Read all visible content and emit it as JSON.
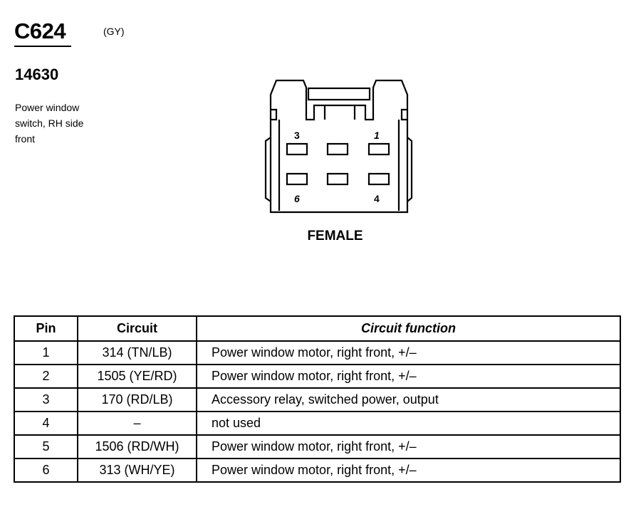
{
  "connector": {
    "id": "C624",
    "color_code": "(GY)",
    "part_number": "14630",
    "description_lines": [
      "Power window",
      "switch, RH side",
      "front"
    ],
    "gender": "FEMALE",
    "cavity_labels": {
      "top_left": "3",
      "top_right": "1",
      "bottom_left": "6",
      "bottom_right": "4"
    }
  },
  "table": {
    "headers": {
      "pin": "Pin",
      "circuit": "Circuit",
      "function": "Circuit function"
    },
    "rows": [
      {
        "pin": "1",
        "circuit": "314 (TN/LB)",
        "function": "Power window motor, right front, +/–"
      },
      {
        "pin": "2",
        "circuit": "1505 (YE/RD)",
        "function": "Power window motor, right front, +/–"
      },
      {
        "pin": "3",
        "circuit": "170 (RD/LB)",
        "function": "Accessory relay, switched power, output"
      },
      {
        "pin": "4",
        "circuit": "–",
        "function": "not used"
      },
      {
        "pin": "5",
        "circuit": "1506 (RD/WH)",
        "function": "Power window motor, right front, +/–"
      },
      {
        "pin": "6",
        "circuit": "313 (WH/YE)",
        "function": "Power window motor, right front, +/–"
      }
    ]
  }
}
